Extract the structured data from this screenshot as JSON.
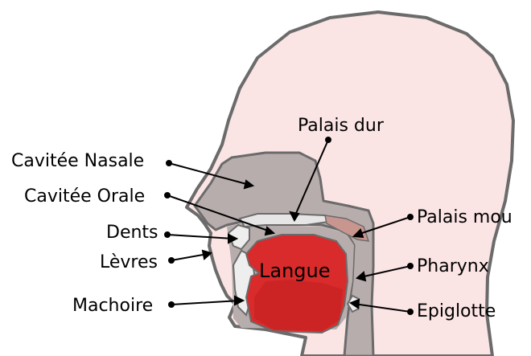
{
  "labels": {
    "palais_dur": "Palais dur",
    "cavite_nasale": "Cavitée Nasale",
    "cavite_orale": "Cavitée Orale",
    "dents": "Dents",
    "levres": "Lèvres",
    "machoire": "Machoire",
    "palais_mou": "Palais mou",
    "pharynx": "Pharynx",
    "epiglotte": "Epiglotte",
    "langue": "Langue"
  },
  "colors": {
    "skin": "#fbe4e4",
    "outline": "#6b6b6b",
    "cavity": "#b8adad",
    "palate": "#e6e6e6",
    "soft_palate": "#c9968f",
    "tongue": "#d92b2b",
    "tongue_dark": "#c32020",
    "teeth": "#eeeeee"
  }
}
